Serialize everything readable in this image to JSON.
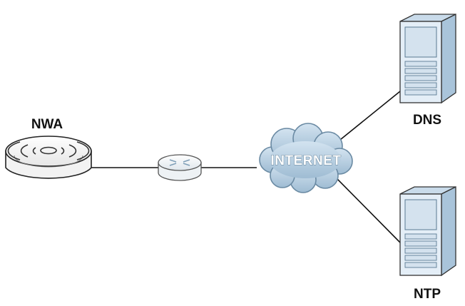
{
  "diagram": {
    "nodes": {
      "nwa": {
        "label": "NWA",
        "icon": "access-point-icon"
      },
      "router": {
        "label": "",
        "icon": "router-icon"
      },
      "internet": {
        "label": "INTERNET",
        "icon": "cloud-icon"
      },
      "dns": {
        "label": "DNS",
        "icon": "server-icon"
      },
      "ntp": {
        "label": "NTP",
        "icon": "server-icon"
      }
    },
    "links": [
      {
        "from": "nwa",
        "to": "router"
      },
      {
        "from": "router",
        "to": "internet"
      },
      {
        "from": "internet",
        "to": "dns"
      },
      {
        "from": "internet",
        "to": "ntp"
      }
    ],
    "colors": {
      "line": "#111111",
      "cloud_fill": "#b4cde0",
      "cloud_edge": "#6a8aa3",
      "server_front": "#e4eef7",
      "server_side": "#a9c4da",
      "server_top": "#c9dbea"
    }
  }
}
